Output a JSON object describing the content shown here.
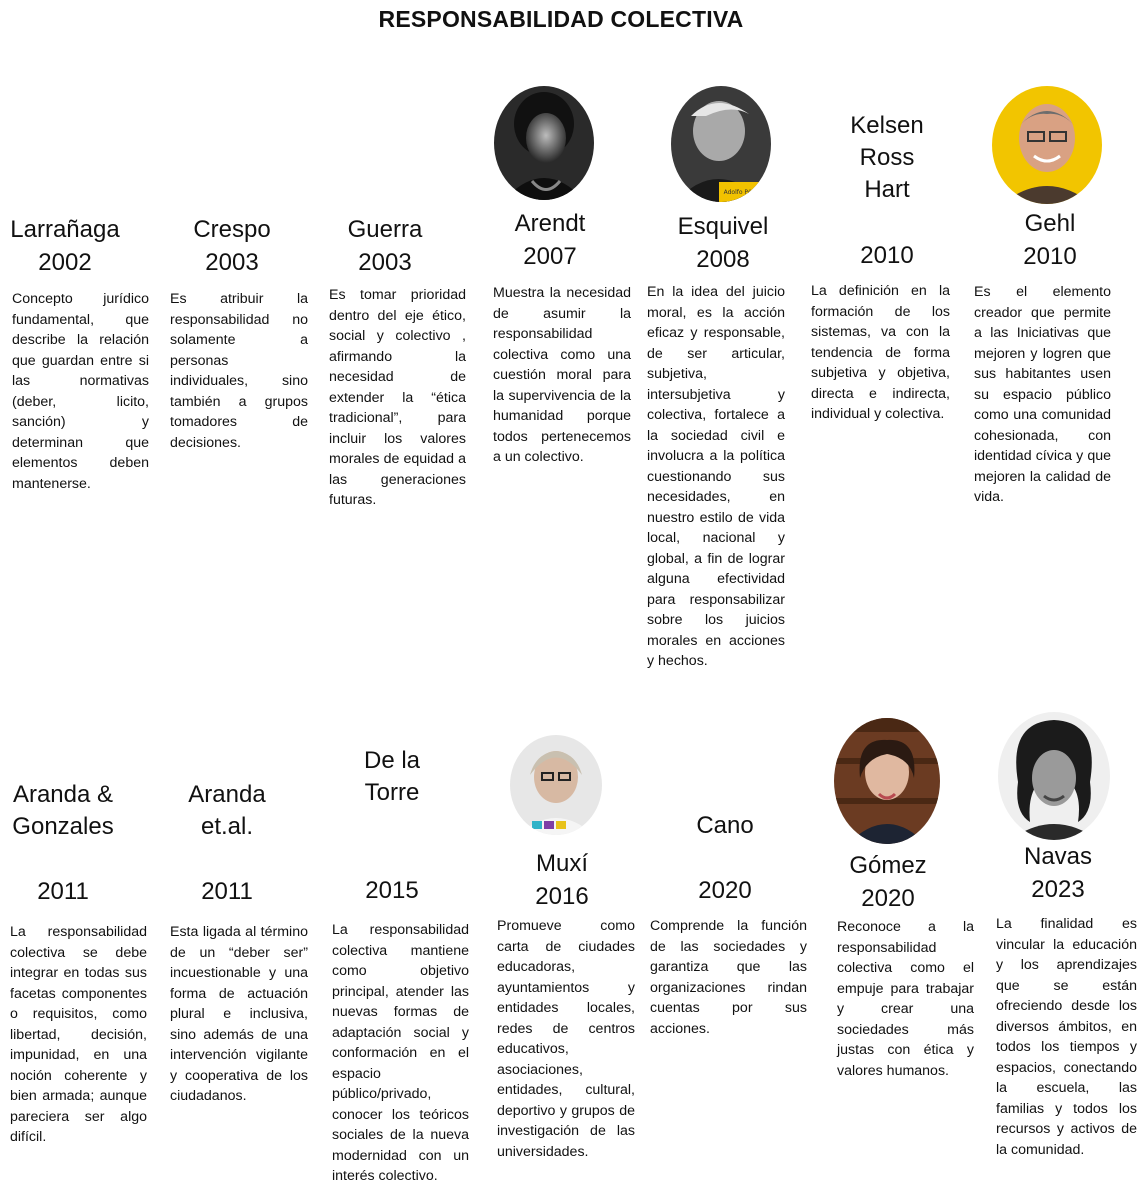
{
  "title": "RESPONSABILIDAD COLECTIVA",
  "row1": [
    {
      "name": "Larrañaga",
      "year": "2002",
      "desc": "Concepto jurídico fundamental, que describe la relación que guardan entre si las normativas (deber, licito, sanción) y determinan que elementos deben mantenerse."
    },
    {
      "name": "Crespo",
      "year": "2003",
      "desc": "Es atribuir la responsabilidad no solamente a personas individuales, sino también a grupos tomadores de decisiones."
    },
    {
      "name": "Guerra",
      "year": "2003",
      "desc": "Es tomar prioridad dentro del eje ético, social y colectivo , afirmando la necesidad de extender la “ética tradicional”, para incluir los valores morales de equidad a las generaciones futuras."
    },
    {
      "name": "Arendt",
      "year": "2007",
      "desc": "Muestra la necesidad de asumir la responsabilidad colectiva como una cuestión moral para la supervivencia de la humanidad porque todos pertenecemos a un colectivo."
    },
    {
      "name": "Esquivel",
      "year": "2008",
      "desc": "En la idea del juicio moral, es la acción eficaz y responsable, de ser articular, subjetiva, intersubjetiva y colectiva, fortalece a la sociedad civil e involucra a la política cuestionando sus necesidades, en nuestro estilo de vida local, nacional y global, a fin de lograr alguna efectividad para responsabilizar sobre los juicios morales en acciones y hechos.",
      "photo_caption": "Adolfo Pérez E"
    },
    {
      "name": "Kelsen\nRoss\nHart",
      "year": "2010",
      "desc": "La definición en la formación de los sistemas, va con la tendencia de forma subjetiva y objetiva, directa e indirecta, individual y colectiva."
    },
    {
      "name": "Gehl",
      "year": "2010",
      "desc": "Es el elemento creador que permite a las Iniciativas que mejoren y logren que sus habitantes usen su espacio público como una comunidad cohesionada, con identidad cívica y que mejoren la calidad de vida."
    }
  ],
  "row2": [
    {
      "name": "Aranda &\nGonzales",
      "year": "2011",
      "desc": "La responsabilidad colectiva se debe integrar en todas sus facetas componentes o requisitos, como libertad, decisión, impunidad, en una noción coherente y bien armada; aunque pareciera ser algo difícil."
    },
    {
      "name": "Aranda\net.al.",
      "year": "2011",
      "desc": "Esta ligada al término de un “deber ser” incuestionable y una forma de actuación plural e inclusiva, sino además de una intervención vigilante y cooperativa de los ciudadanos."
    },
    {
      "name": "De la\nTorre",
      "year": "2015",
      "desc": "La responsabilidad colectiva mantiene como objetivo principal, atender las nuevas formas de adaptación social y conformación en el espacio público/privado, conocer los teóricos sociales de la nueva modernidad con un interés colectivo."
    },
    {
      "name": "Muxí",
      "year": "2016",
      "desc": "Promueve como carta de ciudades educadoras, ayuntamientos y entidades locales, redes de centros educativos, asociaciones, entidades, cultural, deportivo y grupos de investigación de las universidades."
    },
    {
      "name": "Cano",
      "year": "2020",
      "desc": "Comprende la función de las sociedades y garantiza que las organizaciones rindan cuentas por sus acciones."
    },
    {
      "name": "Gómez",
      "year": "2020",
      "desc": "Reconoce a la responsabilidad colectiva como el empuje para trabajar y crear una sociedades más justas con ética y valores humanos."
    },
    {
      "name": "Navas",
      "year": "2023",
      "desc": "La finalidad es vincular la educación y los aprendizajes que se están ofreciendo desde los diversos ámbitos, en todos los tiempos y espacios, conectando la escuela, las familias y todos los recursos y activos de la comunidad."
    }
  ]
}
